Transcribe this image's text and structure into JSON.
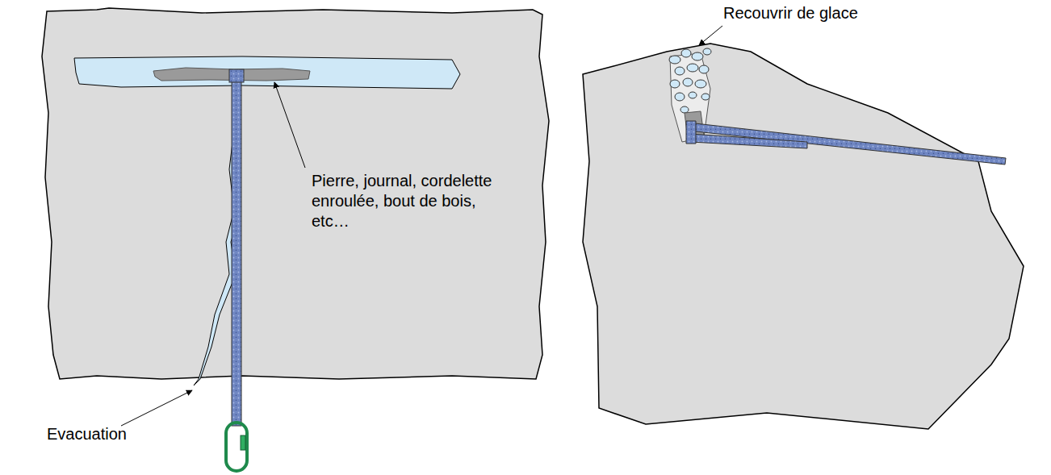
{
  "diagram": {
    "labels": [
      "Recouvrir de glace",
      "Pierre, journal, cordelette enroulée, bout de bois, etc…",
      "Evacuation"
    ]
  }
}
